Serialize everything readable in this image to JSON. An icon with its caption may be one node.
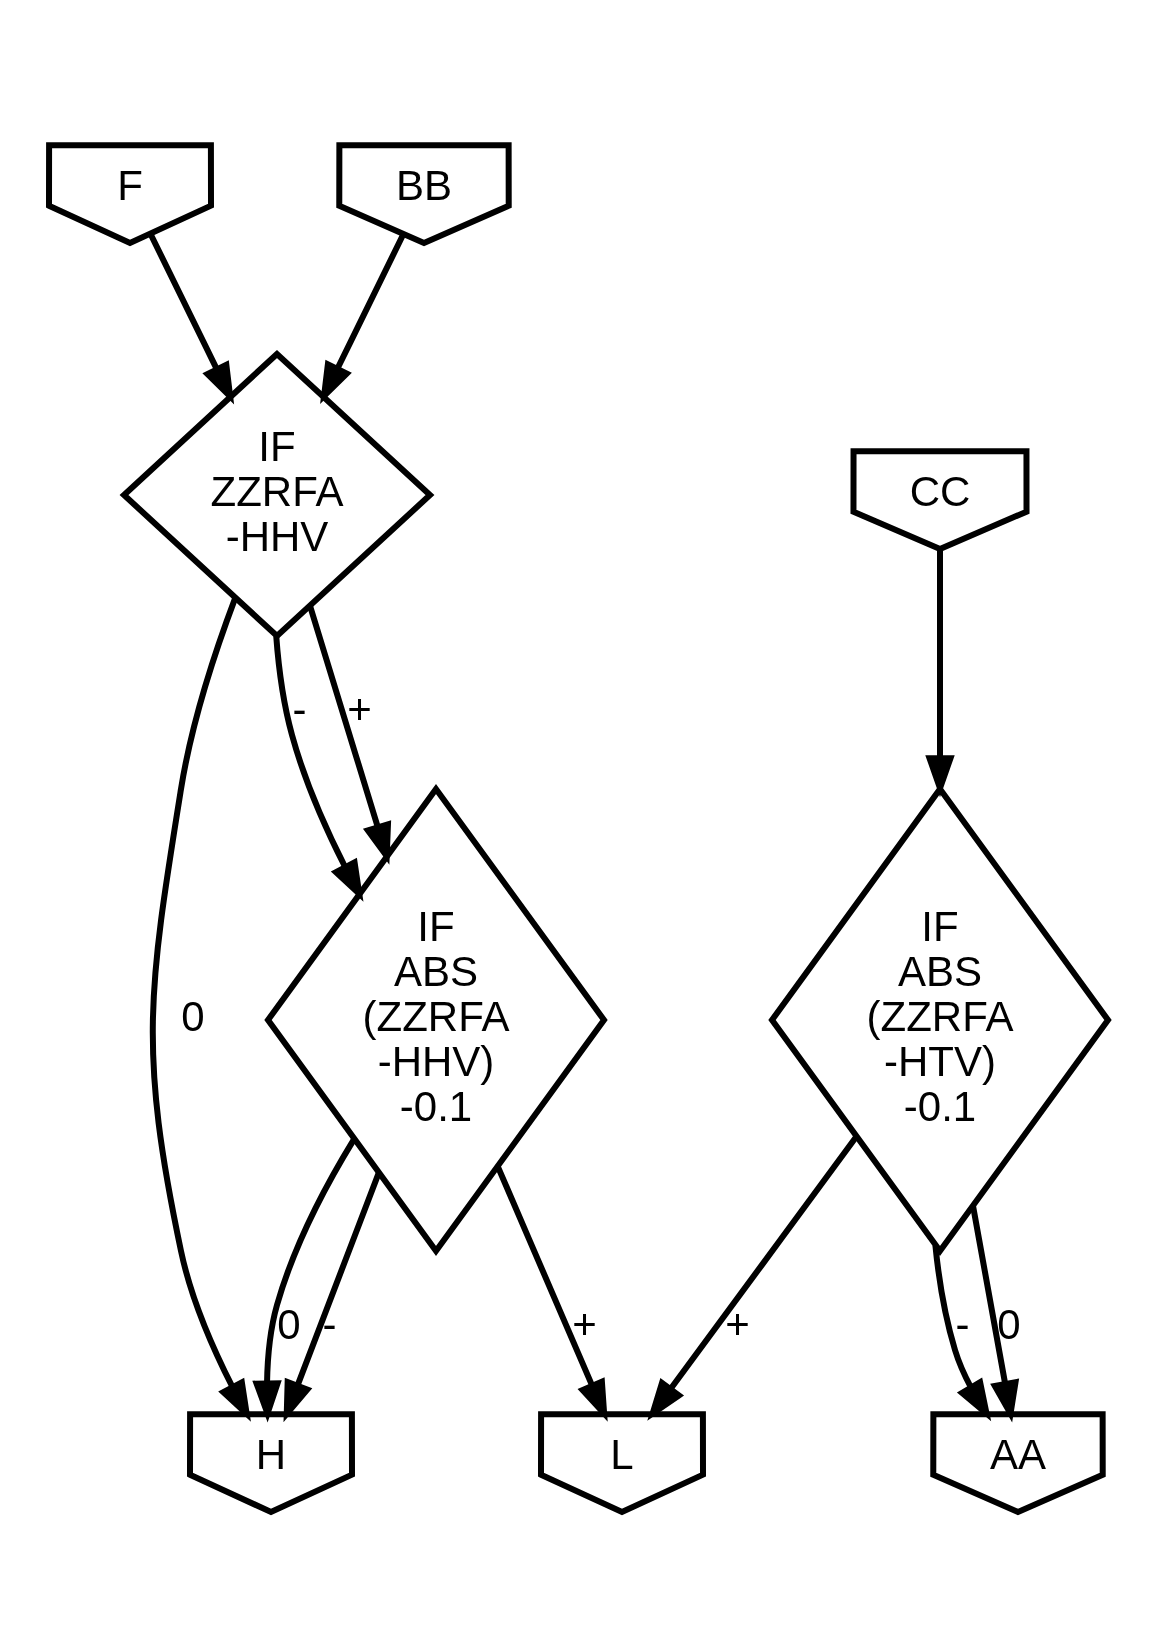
{
  "diagram": {
    "nodes": [
      {
        "text": [
          "F"
        ]
      },
      {
        "text": [
          "BB"
        ]
      },
      {
        "text": [
          "IF ZZRFA -HHV"
        ]
      },
      {
        "text": [
          "IF ABS (ZZRFA -HHV) -0.1"
        ]
      },
      {
        "text": [
          "H"
        ]
      },
      {
        "text": [
          "CC"
        ]
      },
      {
        "text": [
          "IF ABS (ZZRFA -HTV) -0.1"
        ]
      },
      {
        "text": [
          "L"
        ]
      },
      {
        "text": [
          "AA"
        ]
      }
    ],
    "edges": [
      {
        "from": 0,
        "to": 2,
        "arrow": "to"
      },
      {
        "from": 1,
        "to": 2,
        "arrow": "to"
      },
      {
        "from": 2,
        "to": 3,
        "label": "+",
        "arrow": "to"
      },
      {
        "from": 2,
        "to": 3,
        "label": "-",
        "arrow": "to"
      },
      {
        "from": 2,
        "to": 4,
        "label": "0",
        "arrow": "to"
      },
      {
        "from": 3,
        "to": 7,
        "label": "+",
        "arrow": "to"
      },
      {
        "from": 3,
        "to": 4,
        "label": "-",
        "arrow": "to"
      },
      {
        "from": 3,
        "to": 4,
        "label": "0",
        "arrow": "to"
      },
      {
        "from": 5,
        "to": 6,
        "arrow": "to"
      },
      {
        "from": 6,
        "to": 7,
        "label": "+",
        "arrow": "to"
      },
      {
        "from": 6,
        "to": 8,
        "label": "-",
        "arrow": "to"
      },
      {
        "from": 6,
        "to": 8,
        "label": "0",
        "arrow": "to"
      }
    ]
  }
}
